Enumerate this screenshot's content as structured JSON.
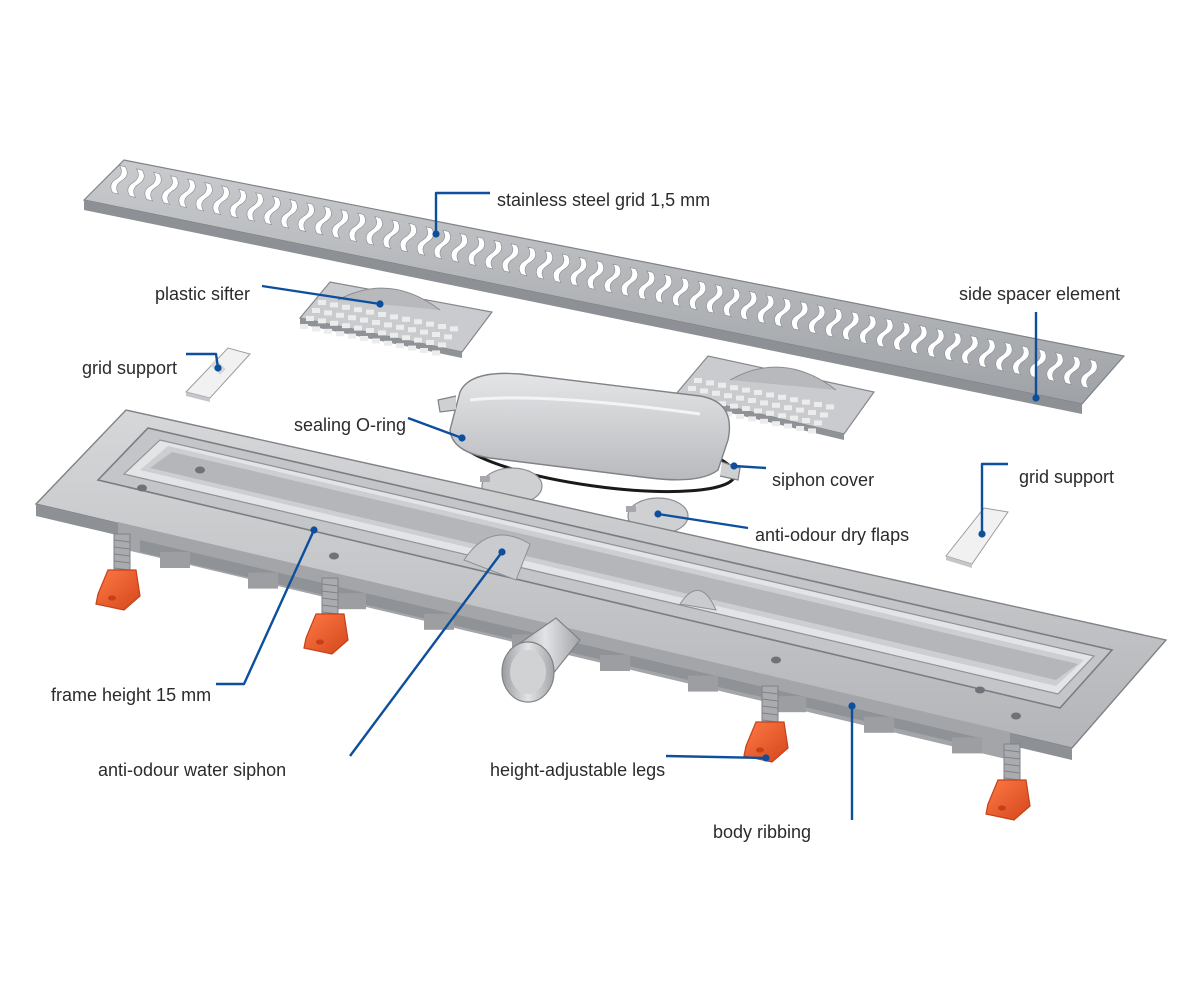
{
  "colors": {
    "leader": "#0d4f9c",
    "steel_light": "#d9dadc",
    "steel_mid": "#b9bbbe",
    "steel_dark": "#8e9094",
    "leg_orange": "#f05a28",
    "leg_dark": "#c6401a"
  },
  "labels": {
    "steel_grid": "stainless steel grid 1,5 mm",
    "plastic_sifter": "plastic sifter",
    "side_spacer": "side spacer element",
    "grid_support_left": "grid support",
    "grid_support_right": "grid support",
    "sealing_oring": "sealing O-ring",
    "siphon_cover": "siphon cover",
    "dry_flaps": "anti-odour dry flaps",
    "frame_height": "frame height 15 mm",
    "water_siphon": "anti-odour water siphon",
    "legs": "height-adjustable legs",
    "body_ribbing": "body ribbing"
  }
}
